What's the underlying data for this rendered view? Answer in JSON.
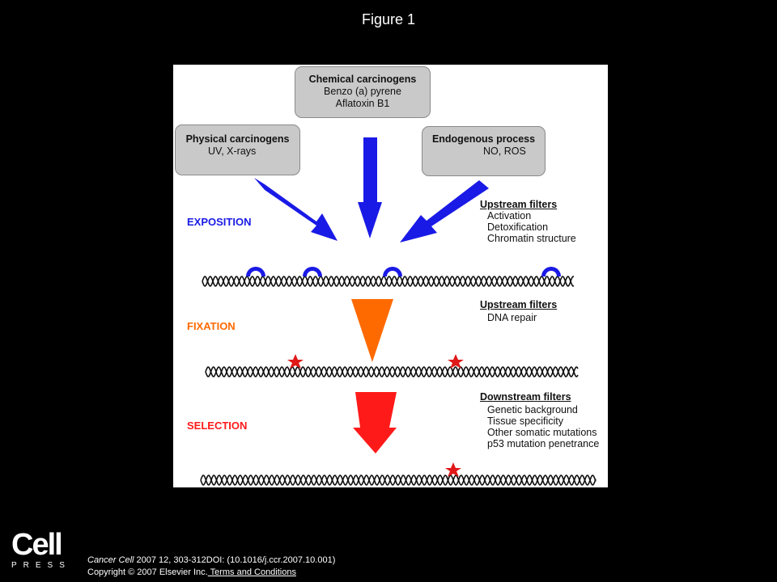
{
  "figure_title": "Figure 1",
  "boxes": {
    "chemical": {
      "title": "Chemical carcinogens",
      "lines": [
        "Benzo (a) pyrene",
        "Aflatoxin B1"
      ]
    },
    "physical": {
      "title": "Physical carcinogens",
      "lines": [
        "UV, X-rays"
      ]
    },
    "endogenous": {
      "title": "Endogenous process",
      "lines": [
        "NO, ROS"
      ]
    }
  },
  "stages": [
    {
      "label": "EXPOSITION",
      "color": "#1a1ae6"
    },
    {
      "label": "FIXATION",
      "color": "#ff6a00"
    },
    {
      "label": "SELECTION",
      "color": "#ff1a1a"
    }
  ],
  "filters": [
    {
      "heading": "Upstream filters",
      "items": [
        "Activation",
        "Detoxification",
        "Chromatin structure"
      ]
    },
    {
      "heading": "Upstream filters",
      "items": [
        "DNA repair"
      ]
    },
    {
      "heading": "Downstream filters",
      "items": [
        "Genetic background",
        "Tissue specificity",
        "Other somatic mutations",
        "p53 mutation penetrance"
      ]
    }
  ],
  "colors": {
    "blue": "#1a1ae6",
    "orange": "#ff6a00",
    "red": "#ff1a1a",
    "star": "#e01818"
  },
  "footer": {
    "journal": "Cancer Cell",
    "citation": " 2007 12, 303-312DOI: (10.1016/j.ccr.2007.10.001)",
    "copyright": "Copyright © 2007 Elsevier Inc.",
    "terms_link": " Terms and Conditions"
  },
  "logo": {
    "main": "Cell",
    "sub": "PRESS"
  }
}
